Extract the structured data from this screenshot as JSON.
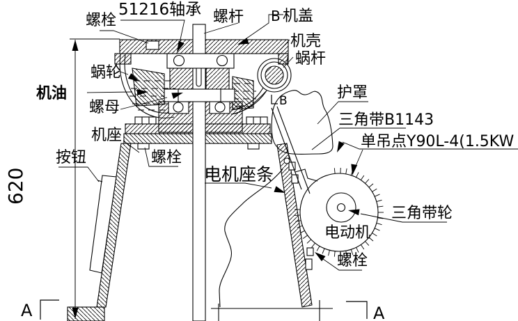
{
  "drawing": {
    "type": "mechanical-assembly-section-drawing",
    "subject": "worm gear reducer with belt-driven electric motor"
  },
  "labels": {
    "bolt_top_left": "螺栓",
    "bearing": "51216轴承",
    "screw_rod": "螺杆",
    "section_b_top": "B",
    "machine_cover": "机盖",
    "machine_shell": "机壳",
    "worm": "蜗杆",
    "worm_wheel": "蜗轮",
    "engine_oil": "机油",
    "nut": "螺母",
    "machine_base": "机座",
    "button": "按钮",
    "bolt_flange": "螺栓",
    "motor_seat_bar": "电机座条",
    "guard": "护罩",
    "v_belt": "三角带B1143",
    "motor_model": "单吊点Y90L-4(1.5KW",
    "v_belt_pulley": "三角带轮",
    "electric_motor": "电动机",
    "bolt_motor": "螺栓",
    "section_b_mid": "B",
    "section_a_left": "A",
    "section_a_right": "A",
    "dim_height": "620"
  },
  "colors": {
    "line": "#000000",
    "background": "#ffffff"
  }
}
